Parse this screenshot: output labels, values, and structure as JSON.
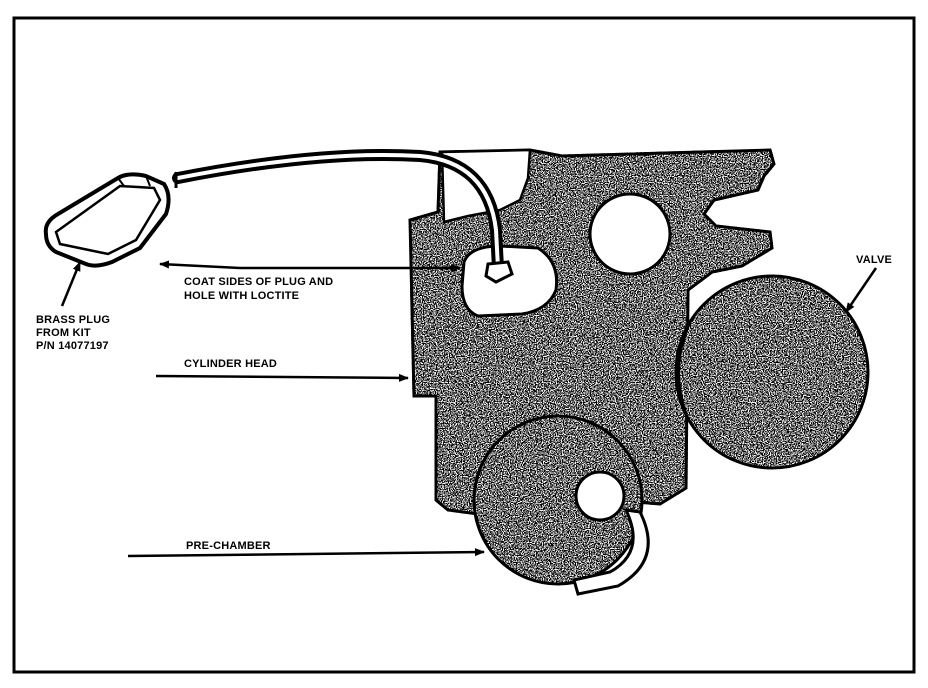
{
  "labels": {
    "brass_plug_line1": "BRASS PLUG",
    "brass_plug_line2": "FROM KIT",
    "brass_plug_line3": "P/N 14077197",
    "coat_line1": "COAT SIDES OF PLUG AND",
    "coat_line2": "HOLE WITH LOCTITE",
    "cylinder_head": "CYLINDER HEAD",
    "pre_chamber": "PRE-CHAMBER",
    "valve": "VALVE"
  },
  "colors": {
    "ink": "#000000",
    "paper": "#ffffff"
  }
}
